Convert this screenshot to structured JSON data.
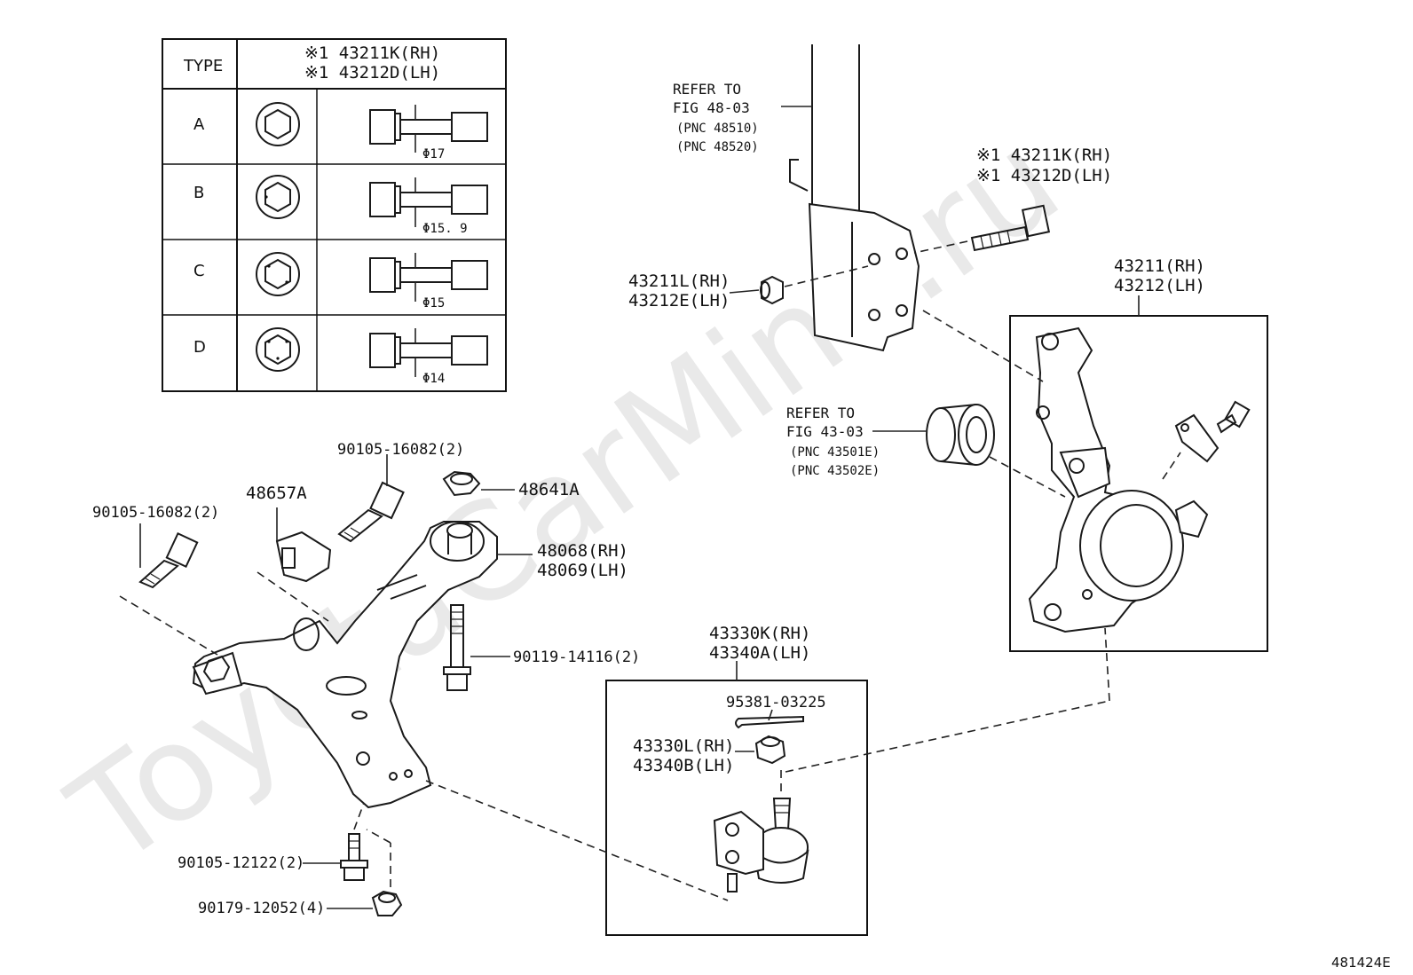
{
  "watermark": "ToyotaCarMine.ru",
  "figure_code": "481424E",
  "table": {
    "type_header": "TYPE",
    "part_header_rh": "※1 43211K(RH)",
    "part_header_lh": "※1 43212D(LH)",
    "rows": [
      {
        "type": "A",
        "diameter": "Φ17"
      },
      {
        "type": "B",
        "diameter": "Φ15. 9"
      },
      {
        "type": "C",
        "diameter": "Φ15"
      },
      {
        "type": "D",
        "diameter": "Φ14"
      }
    ]
  },
  "labels": {
    "refer_strut_1": "REFER TO",
    "refer_strut_2": "FIG 48-03",
    "refer_strut_3": "(PNC 48510)",
    "refer_strut_4": "(PNC 48520)",
    "bolt_rh": "※1 43211K(RH)",
    "bolt_lh": "※1 43212D(LH)",
    "nut_rh": "43211L(RH)",
    "nut_lh": "43212E(LH)",
    "knuckle_rh": "43211(RH)",
    "knuckle_lh": "43212(LH)",
    "refer_bearing_1": "REFER TO",
    "refer_bearing_2": "FIG 43-03",
    "refer_bearing_3": "(PNC 43501E)",
    "refer_bearing_4": "(PNC 43502E)",
    "bolt_90105_a": "90105-16082(2)",
    "bolt_90105_b": "90105-16082(2)",
    "part_48657a": "48657A",
    "part_48641a": "48641A",
    "arm_rh": "48068(RH)",
    "arm_lh": "48069(LH)",
    "bolt_90119": "90119-14116(2)",
    "balljoint_rh": "43330K(RH)",
    "balljoint_lh": "43340A(LH)",
    "cotter_pin": "95381-03225",
    "bj_nut_rh": "43330L(RH)",
    "bj_nut_lh": "43340B(LH)",
    "bolt_90105_12122": "90105-12122(2)",
    "nut_90179": "90179-12052(4)"
  }
}
